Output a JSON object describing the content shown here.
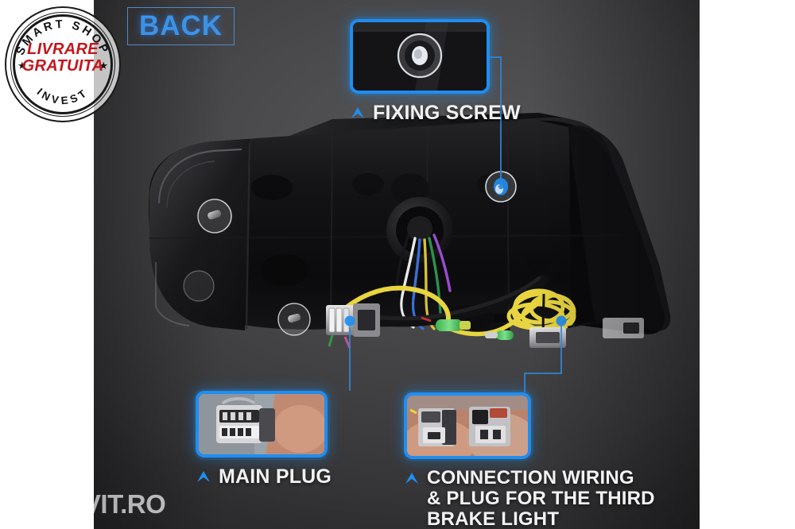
{
  "view_badge": {
    "label": "BACK"
  },
  "stamp": {
    "top_arc": "SMART SHOP",
    "line1": "LIVRARE",
    "line2": "GRATUITA",
    "bottom_arc": "INVEST",
    "star_left": "★",
    "star_right": "★",
    "red": "#c4161c"
  },
  "callouts": [
    {
      "id": "fixing-screw",
      "label": "FIXING SCREW",
      "caret": "caret-up-icon",
      "lines": [
        "FIXING SCREW"
      ]
    },
    {
      "id": "main-plug",
      "label": "MAIN PLUG",
      "caret": "caret-up-icon",
      "lines": [
        "MAIN PLUG"
      ]
    },
    {
      "id": "third-brake-light",
      "label": "CONNECTION WIRING & PLUG FOR THE THIRD BRAKE LIGHT",
      "caret": "caret-up-icon",
      "lines": [
        "CONNECTION WIRING",
        "& PLUG FOR THE THIRD",
        "BRAKE LIGHT"
      ]
    }
  ],
  "watermark": {
    "text": "AUTOVIT.RO"
  },
  "colors": {
    "accent_blue": "#1f8ef1",
    "badge_blue": "#3d92e8",
    "line_blue": "#2f87d8",
    "label_white": "#f2f2f2",
    "photo_bg_dark": "#3c3c3e",
    "page_bg": "#ffffff"
  },
  "product": {
    "type": "tail-light-assembly-rear-view",
    "highlight_markers": [
      "fixing-screw-top-right",
      "main-plug-connector",
      "third-brake-light-plug"
    ]
  }
}
